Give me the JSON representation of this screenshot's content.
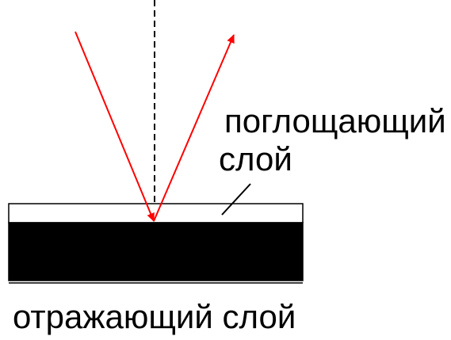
{
  "labels": {
    "absorbing_line1": "поглощающий",
    "absorbing_line2": "слой",
    "reflecting": "отражающий слой"
  },
  "colors": {
    "ray": "#ff0000",
    "reflecting_layer": "#000000",
    "absorbing_layer": "#ffffff",
    "normal": "#000000"
  }
}
